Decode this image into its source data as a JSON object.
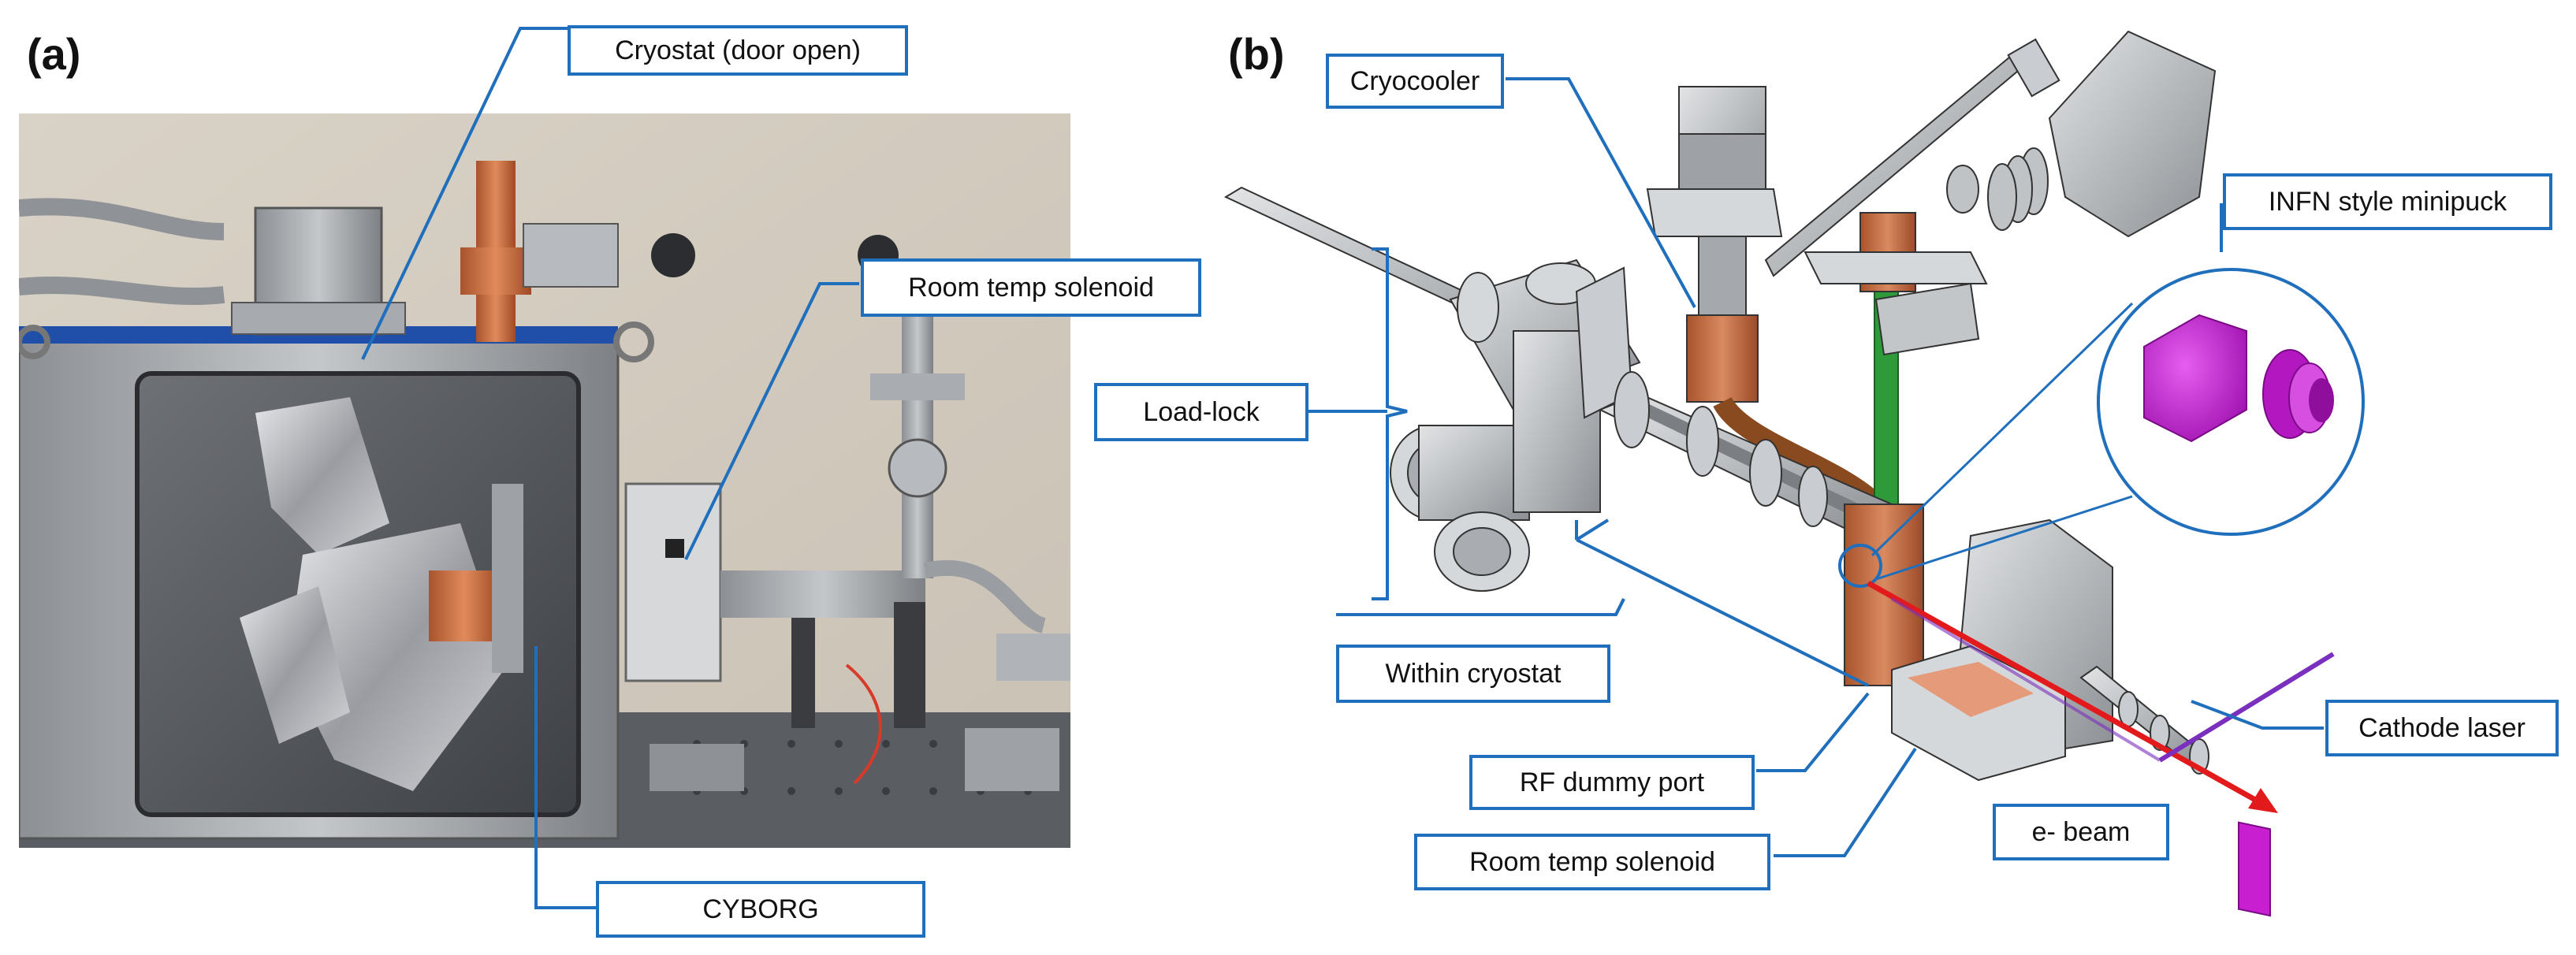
{
  "panels": {
    "a": {
      "letter": "(a)"
    },
    "b": {
      "letter": "(b)"
    }
  },
  "labels": {
    "cryostat_door": "Cryostat (door open)",
    "room_temp_solenoid_a": "Room temp solenoid",
    "cyborg": "CYBORG",
    "cryocooler": "Cryocooler",
    "infn_minipuck": "INFN style minipuck",
    "load_lock": "Load-lock",
    "within_cryostat": "Within cryostat",
    "cathode_laser": "Cathode laser",
    "rf_dummy_port": "RF dummy port",
    "e_beam": "e- beam",
    "room_temp_solenoid_b": "Room temp solenoid"
  },
  "colors": {
    "callout_border": "#1f6fbd",
    "leader": "#1f6fbd",
    "ebeam": "#e31a1c",
    "laser": "#7b2fbe",
    "minipuck": "#c81fd1",
    "copper": "#c8744a"
  }
}
